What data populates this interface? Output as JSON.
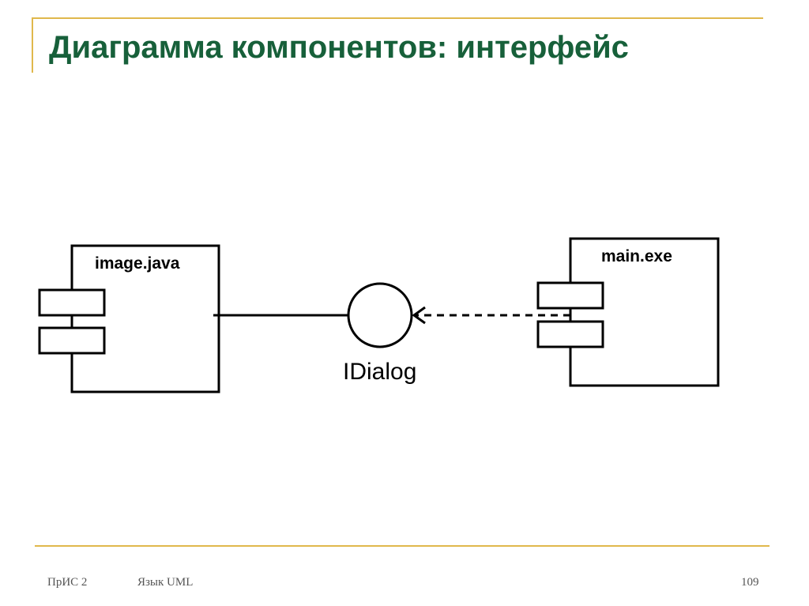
{
  "slide": {
    "title": "Диаграмма компонентов: интерфейс"
  },
  "diagram": {
    "components": [
      {
        "name": "image.java"
      },
      {
        "name": "main.exe"
      }
    ],
    "interface": {
      "name": "IDialog"
    },
    "relations": [
      {
        "from": "image.java",
        "to": "IDialog",
        "kind": "realization",
        "style": "solid"
      },
      {
        "from": "main.exe",
        "to": "IDialog",
        "kind": "dependency",
        "style": "dashed"
      }
    ]
  },
  "footer": {
    "course": "ПрИС 2",
    "topic": "Язык UML",
    "page": "109"
  },
  "colors": {
    "accent": "#e0b84c",
    "title": "#17603a",
    "line": "#000000"
  }
}
